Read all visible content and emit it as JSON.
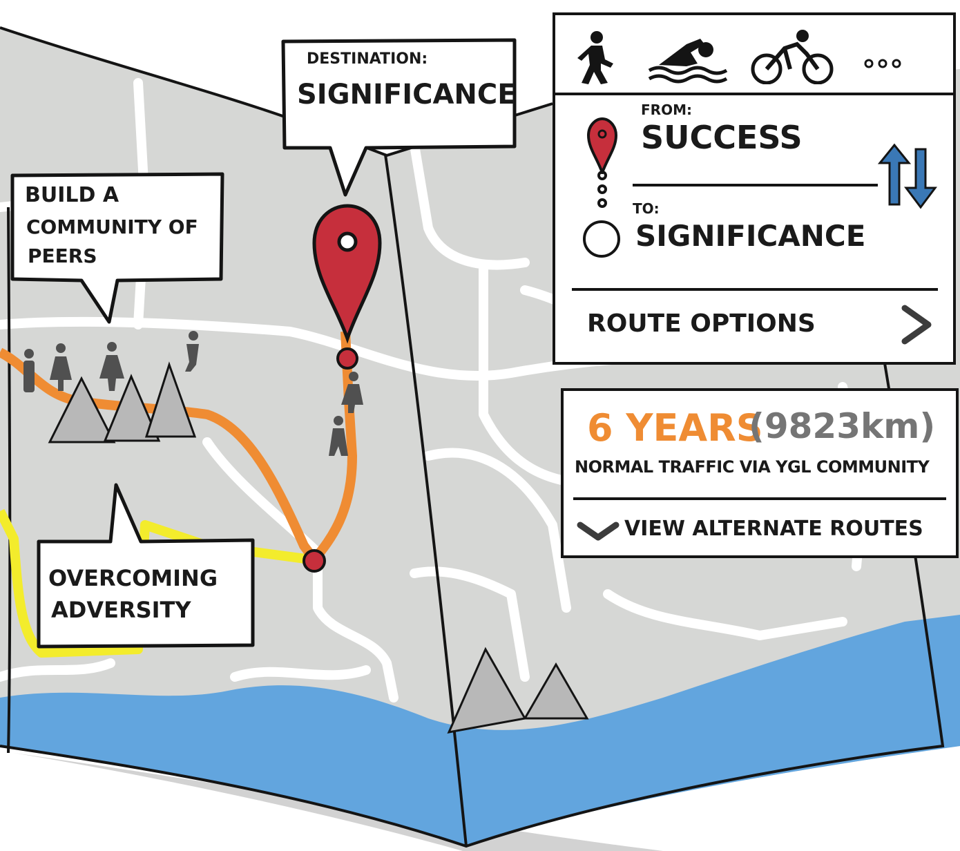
{
  "map": {
    "callouts": {
      "destination_label": "DESTINATION:",
      "destination_value": "SIGNIFICANCE",
      "community_line1": "BUILD A",
      "community_line2": "COMMUNITY OF",
      "community_line3": "PEERS",
      "adversity_line1": "OVERCOMING",
      "adversity_line2": "ADVERSITY"
    },
    "colors": {
      "land": "#d6d7d5",
      "road": "#ffffff",
      "water": "#62a5de",
      "route_orange": "#ef8c33",
      "route_yellow": "#f3ec2c",
      "pin_red": "#c62f3c",
      "mountain": "#b8b8b8",
      "people": "#505050"
    },
    "icons": [
      "map-pin-icon",
      "waypoint-icon",
      "mountain-icon",
      "person-icon"
    ]
  },
  "route_panel": {
    "modes": [
      {
        "name": "walk",
        "icon": "walking-icon"
      },
      {
        "name": "swim",
        "icon": "swimming-icon"
      },
      {
        "name": "bike",
        "icon": "cycling-icon"
      },
      {
        "name": "more",
        "icon": "more-icon"
      }
    ],
    "from_label": "FROM:",
    "from_value": "SUCCESS",
    "to_label": "TO:",
    "to_value": "SIGNIFICANCE",
    "swap_icon": "swap-arrows-icon",
    "route_options_label": "ROUTE OPTIONS",
    "route_options_icon": "chevron-right-icon",
    "swap_color": "#3a78b6"
  },
  "time_panel": {
    "duration": "6 YEARS",
    "distance": "(9823km)",
    "traffic": "NORMAL TRAFFIC VIA YGL COMMUNITY",
    "alt_routes_label": "VIEW ALTERNATE ROUTES",
    "alt_routes_icon": "chevron-down-icon",
    "duration_color": "#ef8c33",
    "distance_color": "#757575"
  }
}
